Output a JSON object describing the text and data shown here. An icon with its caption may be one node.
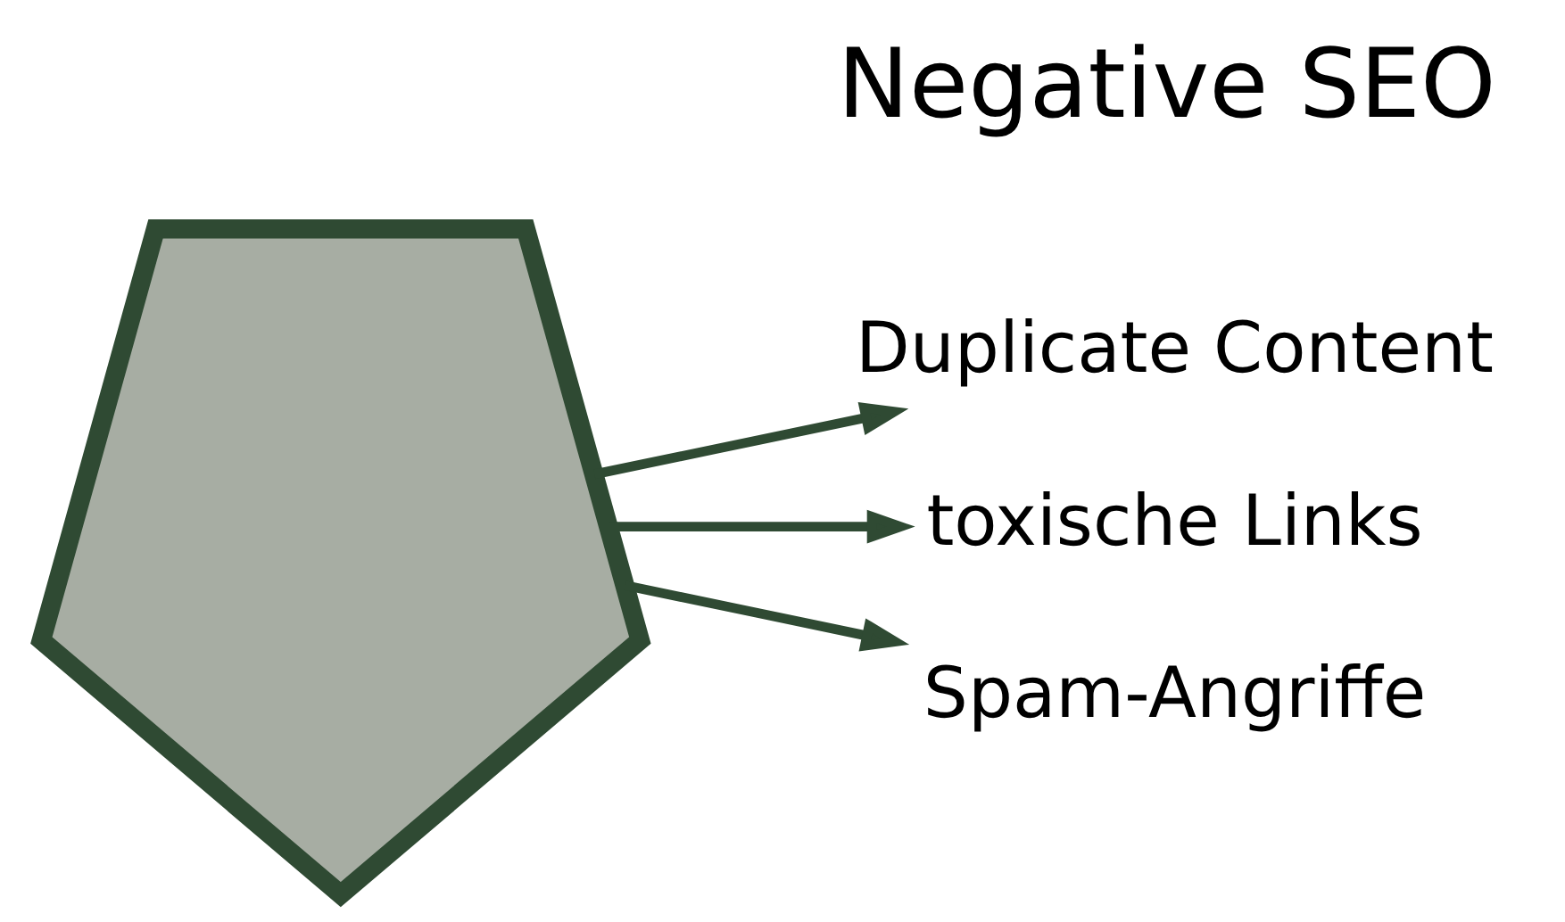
{
  "diagram": {
    "title": "Negative SEO",
    "nodes": [
      {
        "text": [],
        "shape": "shield"
      },
      {
        "text": [
          "Duplicate Content"
        ]
      },
      {
        "text": [
          "toxische Links"
        ]
      },
      {
        "text": [
          "Spam-Angriffe"
        ]
      }
    ],
    "edges": [
      {
        "from": 0,
        "to": 1,
        "arrow": "to"
      },
      {
        "from": 0,
        "to": 2,
        "arrow": "to"
      },
      {
        "from": 0,
        "to": 3,
        "arrow": "to"
      }
    ]
  }
}
